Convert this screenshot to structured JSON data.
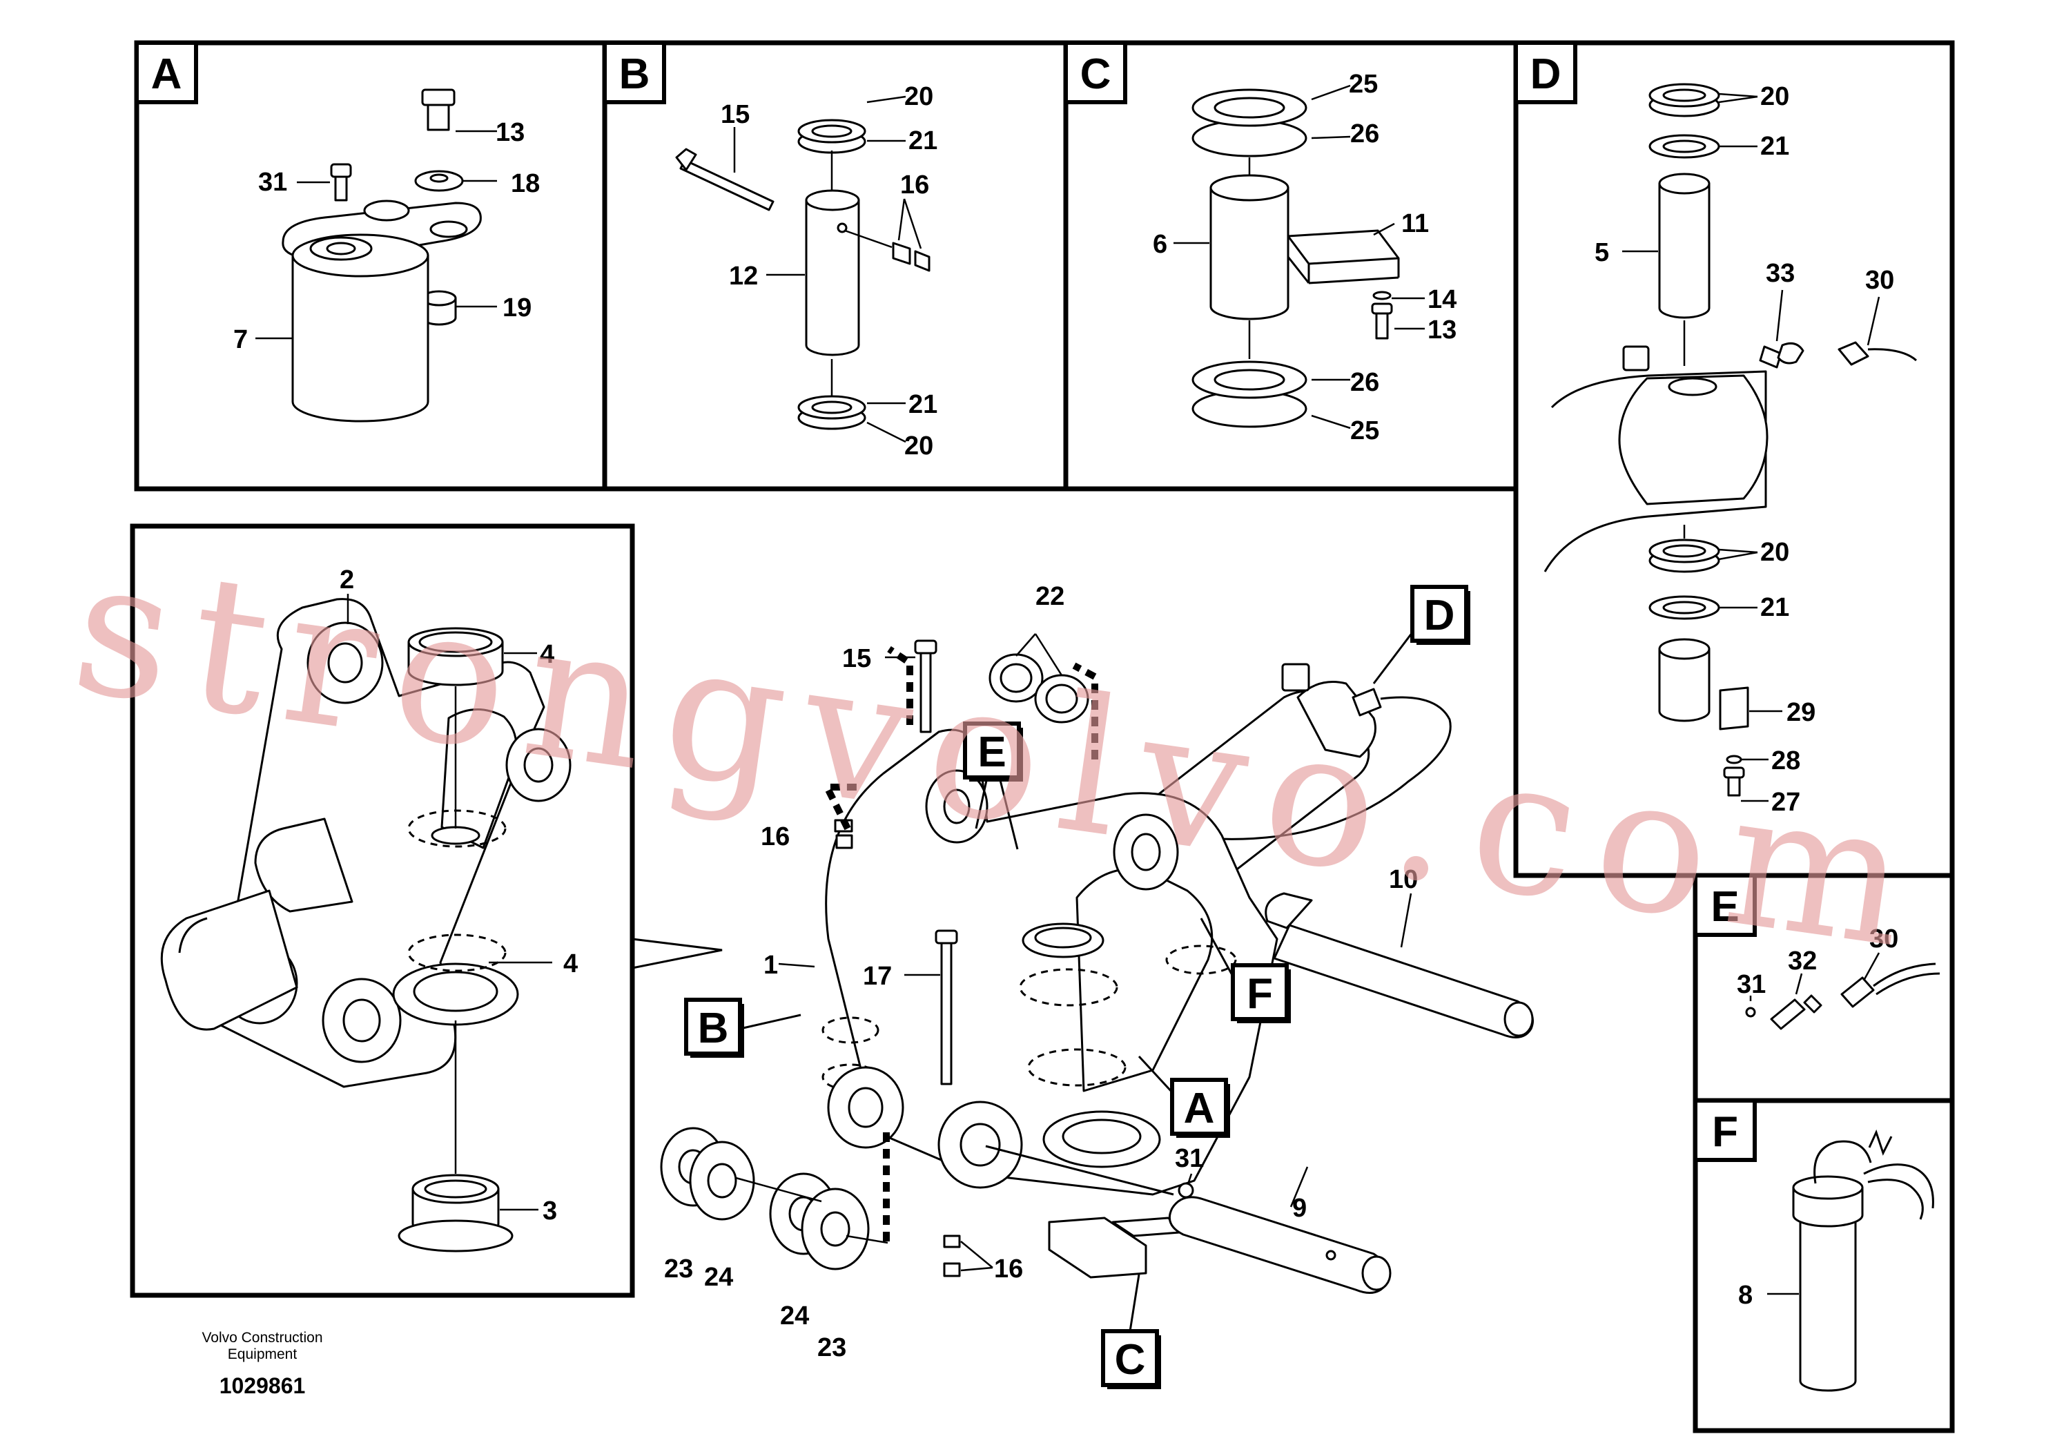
{
  "figure": {
    "footer": {
      "company_line1": "Volvo Construction",
      "company_line2": "Equipment",
      "drawing_number": "1029861"
    },
    "watermark": "strongvolvo.com",
    "watermark_color": "#e49a9a"
  },
  "panels": {
    "A": {
      "letter": "A",
      "callouts": [
        "13",
        "31",
        "18",
        "19",
        "7"
      ]
    },
    "B": {
      "letter": "B",
      "callouts": [
        "15",
        "20",
        "21",
        "16",
        "12",
        "21",
        "20"
      ]
    },
    "C": {
      "letter": "C",
      "callouts": [
        "25",
        "26",
        "11",
        "6",
        "14",
        "13",
        "26",
        "25"
      ]
    },
    "D": {
      "letter": "D",
      "callouts": [
        "20",
        "21",
        "5",
        "33",
        "30",
        "20",
        "21",
        "29",
        "28",
        "27"
      ]
    },
    "E": {
      "letter": "E",
      "callouts": [
        "30",
        "31",
        "32"
      ]
    },
    "F": {
      "letter": "F",
      "callouts": [
        "8"
      ]
    }
  },
  "detail": {
    "callouts": [
      "2",
      "4",
      "4",
      "3"
    ]
  },
  "main": {
    "markers": [
      "A",
      "B",
      "C",
      "D",
      "E",
      "F"
    ],
    "callouts": [
      "22",
      "15",
      "16",
      "1",
      "17",
      "10",
      "31",
      "9",
      "16",
      "23",
      "24",
      "24",
      "23"
    ]
  }
}
